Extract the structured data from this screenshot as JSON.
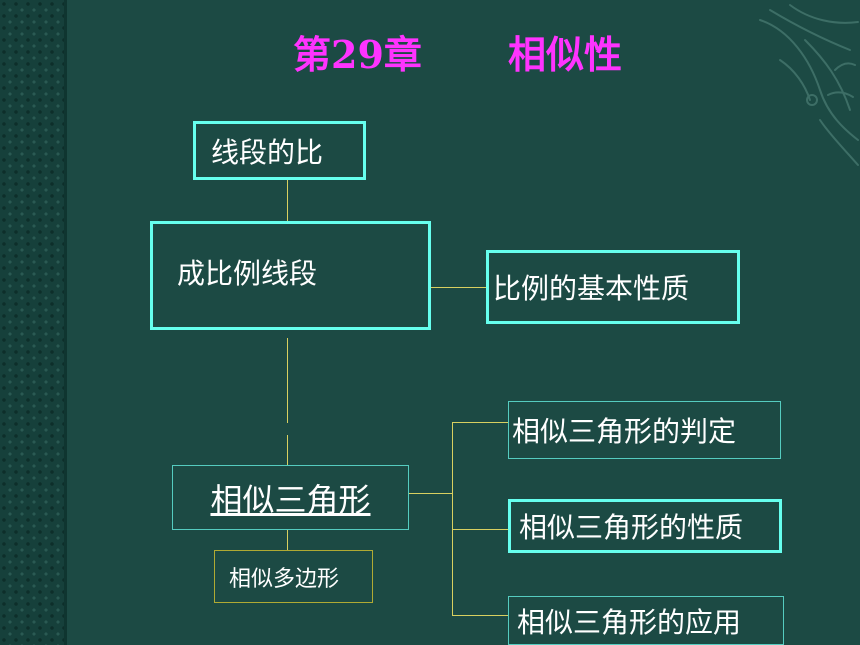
{
  "title": {
    "chapter": "第29章",
    "topic": "相似性"
  },
  "nodes": {
    "segment_ratio": "线段的比",
    "proportional_segments": "成比例线段",
    "proportion_properties": "比例的基本性质",
    "similar_triangles": "相似三角形",
    "similar_polygons": "相似多边形",
    "triangle_criteria": "相似三角形的判定",
    "triangle_properties": "相似三角形的性质",
    "triangle_applications": "相似三角形的应用"
  },
  "colors": {
    "background": "#1c4a44",
    "title": "#ff33ff",
    "box_border_bright": "#66ffee",
    "box_border_olive": "#b0aa33",
    "connector": "#d8d060",
    "text": "#ffffff"
  }
}
